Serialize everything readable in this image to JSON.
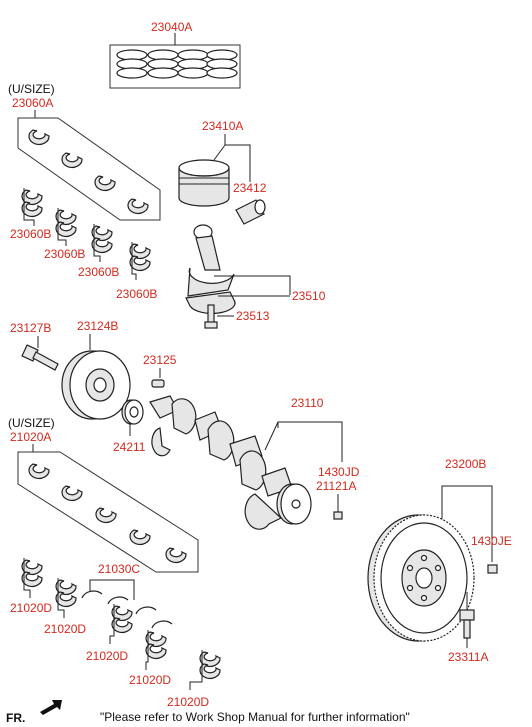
{
  "labels": {
    "p23040A": "23040A",
    "usize1": "(U/SIZE)",
    "p23060A": "23060A",
    "p23060B_1": "23060B",
    "p23060B_2": "23060B",
    "p23060B_3": "23060B",
    "p23060B_4": "23060B",
    "p23410A": "23410A",
    "p23412": "23412",
    "p23510": "23510",
    "p23513": "23513",
    "p23127B": "23127B",
    "p23124B": "23124B",
    "p23125": "23125",
    "p24211": "24211",
    "p23110": "23110",
    "p1430JD": "1430JD",
    "p21121A": "21121A",
    "usize2": "(U/SIZE)",
    "p21020A": "21020A",
    "p23200B": "23200B",
    "p1430JE": "1430JE",
    "p21030C": "21030C",
    "p21020D_1": "21020D",
    "p21020D_2": "21020D",
    "p21020D_3": "21020D",
    "p21020D_4": "21020D",
    "p21020D_5": "21020D",
    "p23311A": "23311A",
    "fr": "FR.",
    "footer": "\"Please refer to Work Shop Manual for further information\""
  },
  "colors": {
    "part_number": "#d42a1e",
    "line": "#222222"
  }
}
